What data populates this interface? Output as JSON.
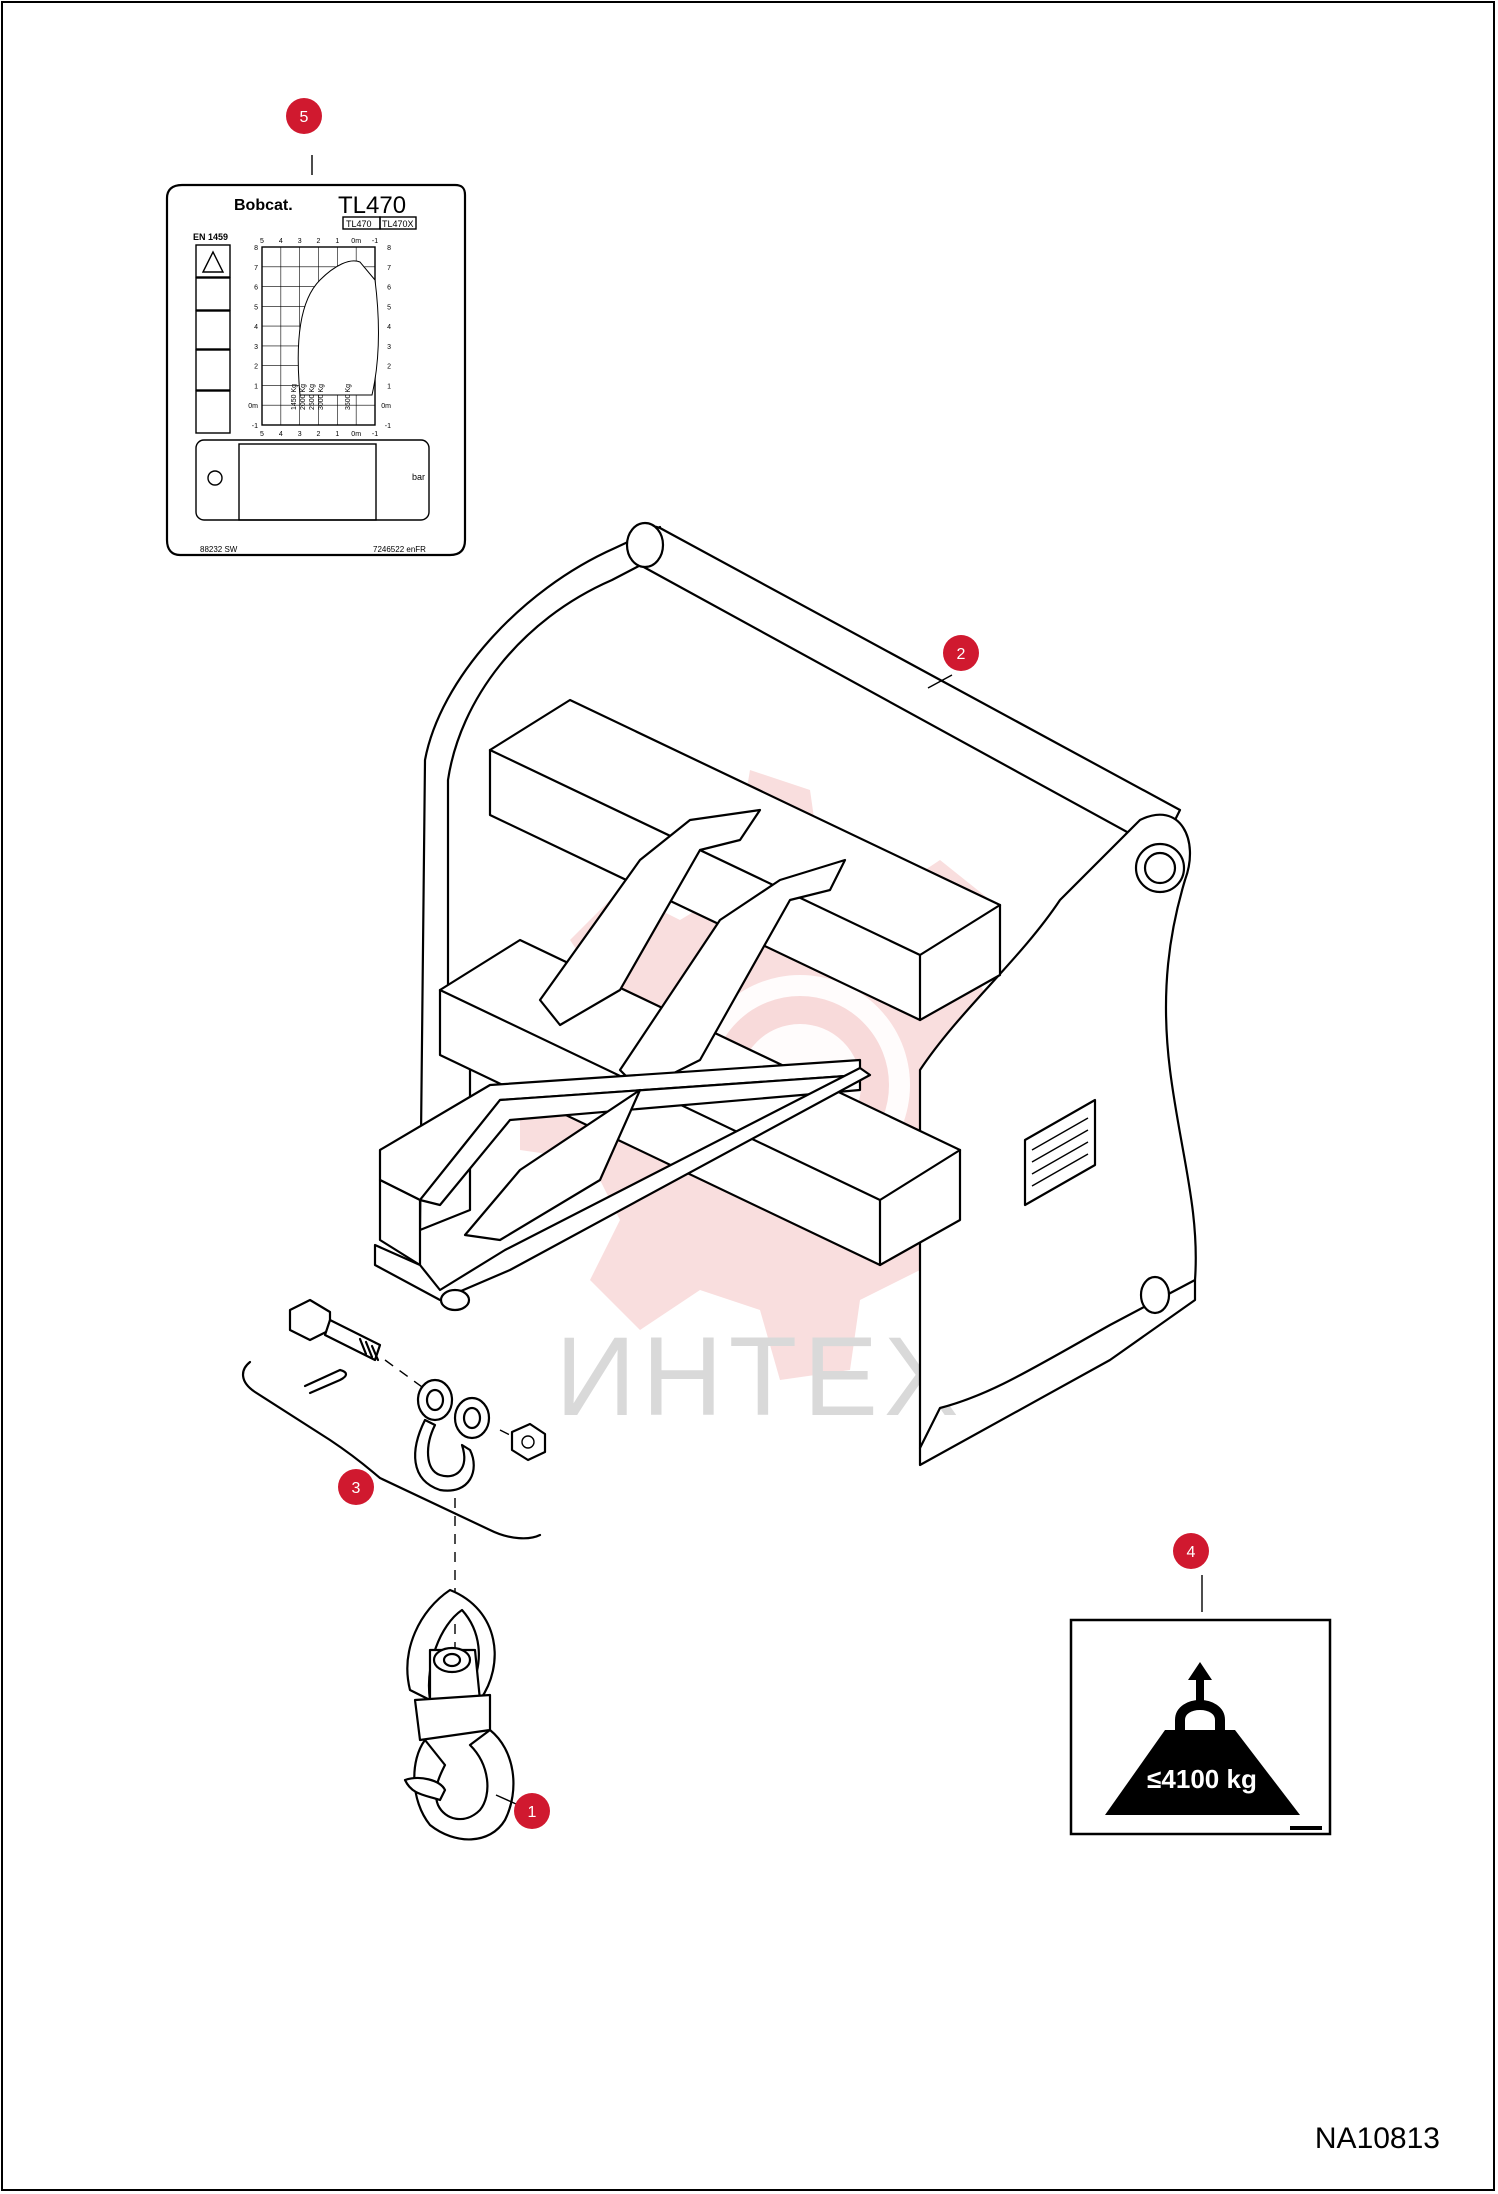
{
  "drawing_number": "NA10813",
  "watermark": {
    "text": "ИНТЕХ",
    "color": "#f4c3c3"
  },
  "callout_color": "#d0192f",
  "callouts": [
    {
      "number": "1",
      "part": "swivel-hook"
    },
    {
      "number": "2",
      "part": "hook-frame"
    },
    {
      "number": "3",
      "part": "shackle-kit"
    },
    {
      "number": "4",
      "part": "load-decal"
    },
    {
      "number": "5",
      "part": "load-chart-decal"
    }
  ],
  "load_chart_decal": {
    "brand": "Bobcat.",
    "model": "TL470",
    "variants": [
      "TL470",
      "TL470X"
    ],
    "standard": "EN 1459",
    "x_ticks": [
      "5",
      "4",
      "3",
      "2",
      "1",
      "0m",
      "-1"
    ],
    "y_ticks": [
      "8",
      "7",
      "6",
      "5",
      "4",
      "3",
      "2",
      "1",
      "0m",
      "-1"
    ],
    "capacities": [
      "1450 Kg",
      "2000 Kg",
      "2500 Kg",
      "3000 Kg",
      "3500 Kg"
    ],
    "pressure_unit": "bar",
    "code_left": "88232 SW",
    "code_right": "7246522 enFR"
  },
  "load_decal": {
    "capacity_text": "≤4100 kg"
  }
}
